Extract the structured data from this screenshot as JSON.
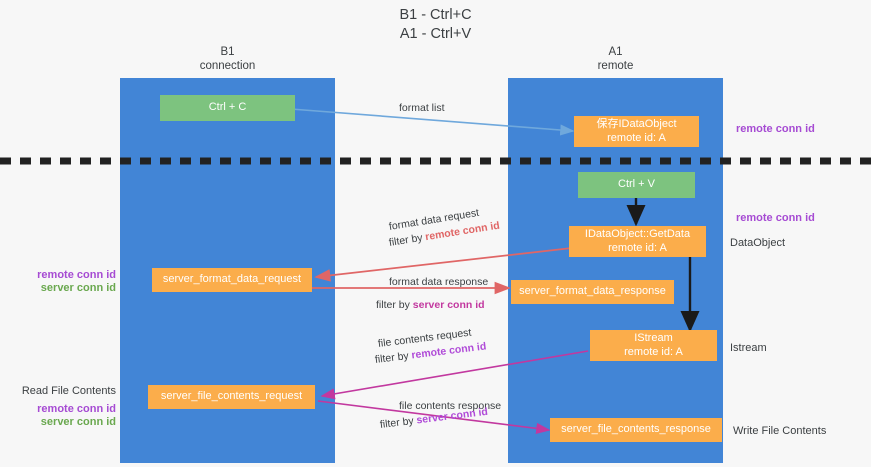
{
  "diagram": {
    "title_line1": "B1 - Ctrl+C",
    "title_line2": "A1 - Ctrl+V",
    "columns": [
      {
        "name": "B1",
        "role": "connection"
      },
      {
        "name": "A1",
        "role": "remote"
      }
    ],
    "boxes": {
      "ctrl_c": {
        "label": "Ctrl + C",
        "color": "#7dc37f"
      },
      "ctrl_v": {
        "label": "Ctrl + V",
        "color": "#7dc37f"
      },
      "idataobject": {
        "line1": "保存IDataObject",
        "line2": "remote id: A",
        "color": "#fbad4b"
      },
      "getdata": {
        "line1": "IDataObject::GetData",
        "line2": "remote id: A",
        "color": "#fbad4b"
      },
      "istream": {
        "line1": "IStream",
        "line2": "remote id: A",
        "color": "#fbad4b"
      },
      "server_format_data_request": {
        "label": "server_format_data_request",
        "color": "#fbad4b"
      },
      "server_format_data_response": {
        "label": "server_format_data_response",
        "color": "#fbad4b"
      },
      "server_file_contents_request": {
        "label": "server_file_contents_request",
        "color": "#fbad4b"
      },
      "server_file_contents_response": {
        "label": "server_file_contents_response",
        "color": "#fbad4b"
      }
    },
    "flows": {
      "format_list": {
        "label": "format list",
        "color": "#6fa8dc"
      },
      "format_data_request": {
        "label": "format data request",
        "filter_prefix": "filter by ",
        "filter_key": "remote conn id",
        "color": "#e06666"
      },
      "format_data_response": {
        "label": "format data response",
        "filter_prefix": "filter by ",
        "filter_key": "server conn id",
        "color": "#e06666"
      },
      "file_contents_request": {
        "label": "file contents request",
        "filter_prefix": "filter by ",
        "filter_key": "remote conn id",
        "color": "#c2389f"
      },
      "file_contents_response": {
        "label": "file contents response",
        "filter_prefix": "filter by ",
        "filter_key": "server conn id",
        "color": "#c2389f"
      }
    },
    "annotations": {
      "right_remote_conn_top": "remote conn id",
      "right_remote_conn_mid": "remote conn id",
      "right_dataobject": "DataObject",
      "right_istream": "Istream",
      "right_write_file_contents": "Write File Contents",
      "left_remote_conn_id": "remote conn id",
      "left_server_conn_id": "server conn id",
      "left_read_file_contents": "Read File Contents",
      "left_remote_conn_id2": "remote conn id",
      "left_server_conn_id2": "server conn id"
    },
    "colors": {
      "lane": "#4285d6",
      "green_box": "#7dc37f",
      "orange_box": "#fbad4b",
      "divider": "#222222",
      "purple": "#a64bd3",
      "green_text": "#6aa84f",
      "red_arrow": "#e06666",
      "magenta_arrow": "#c2389f",
      "blue_arrow": "#6fa8dc",
      "background": "#f7f7f7"
    }
  }
}
